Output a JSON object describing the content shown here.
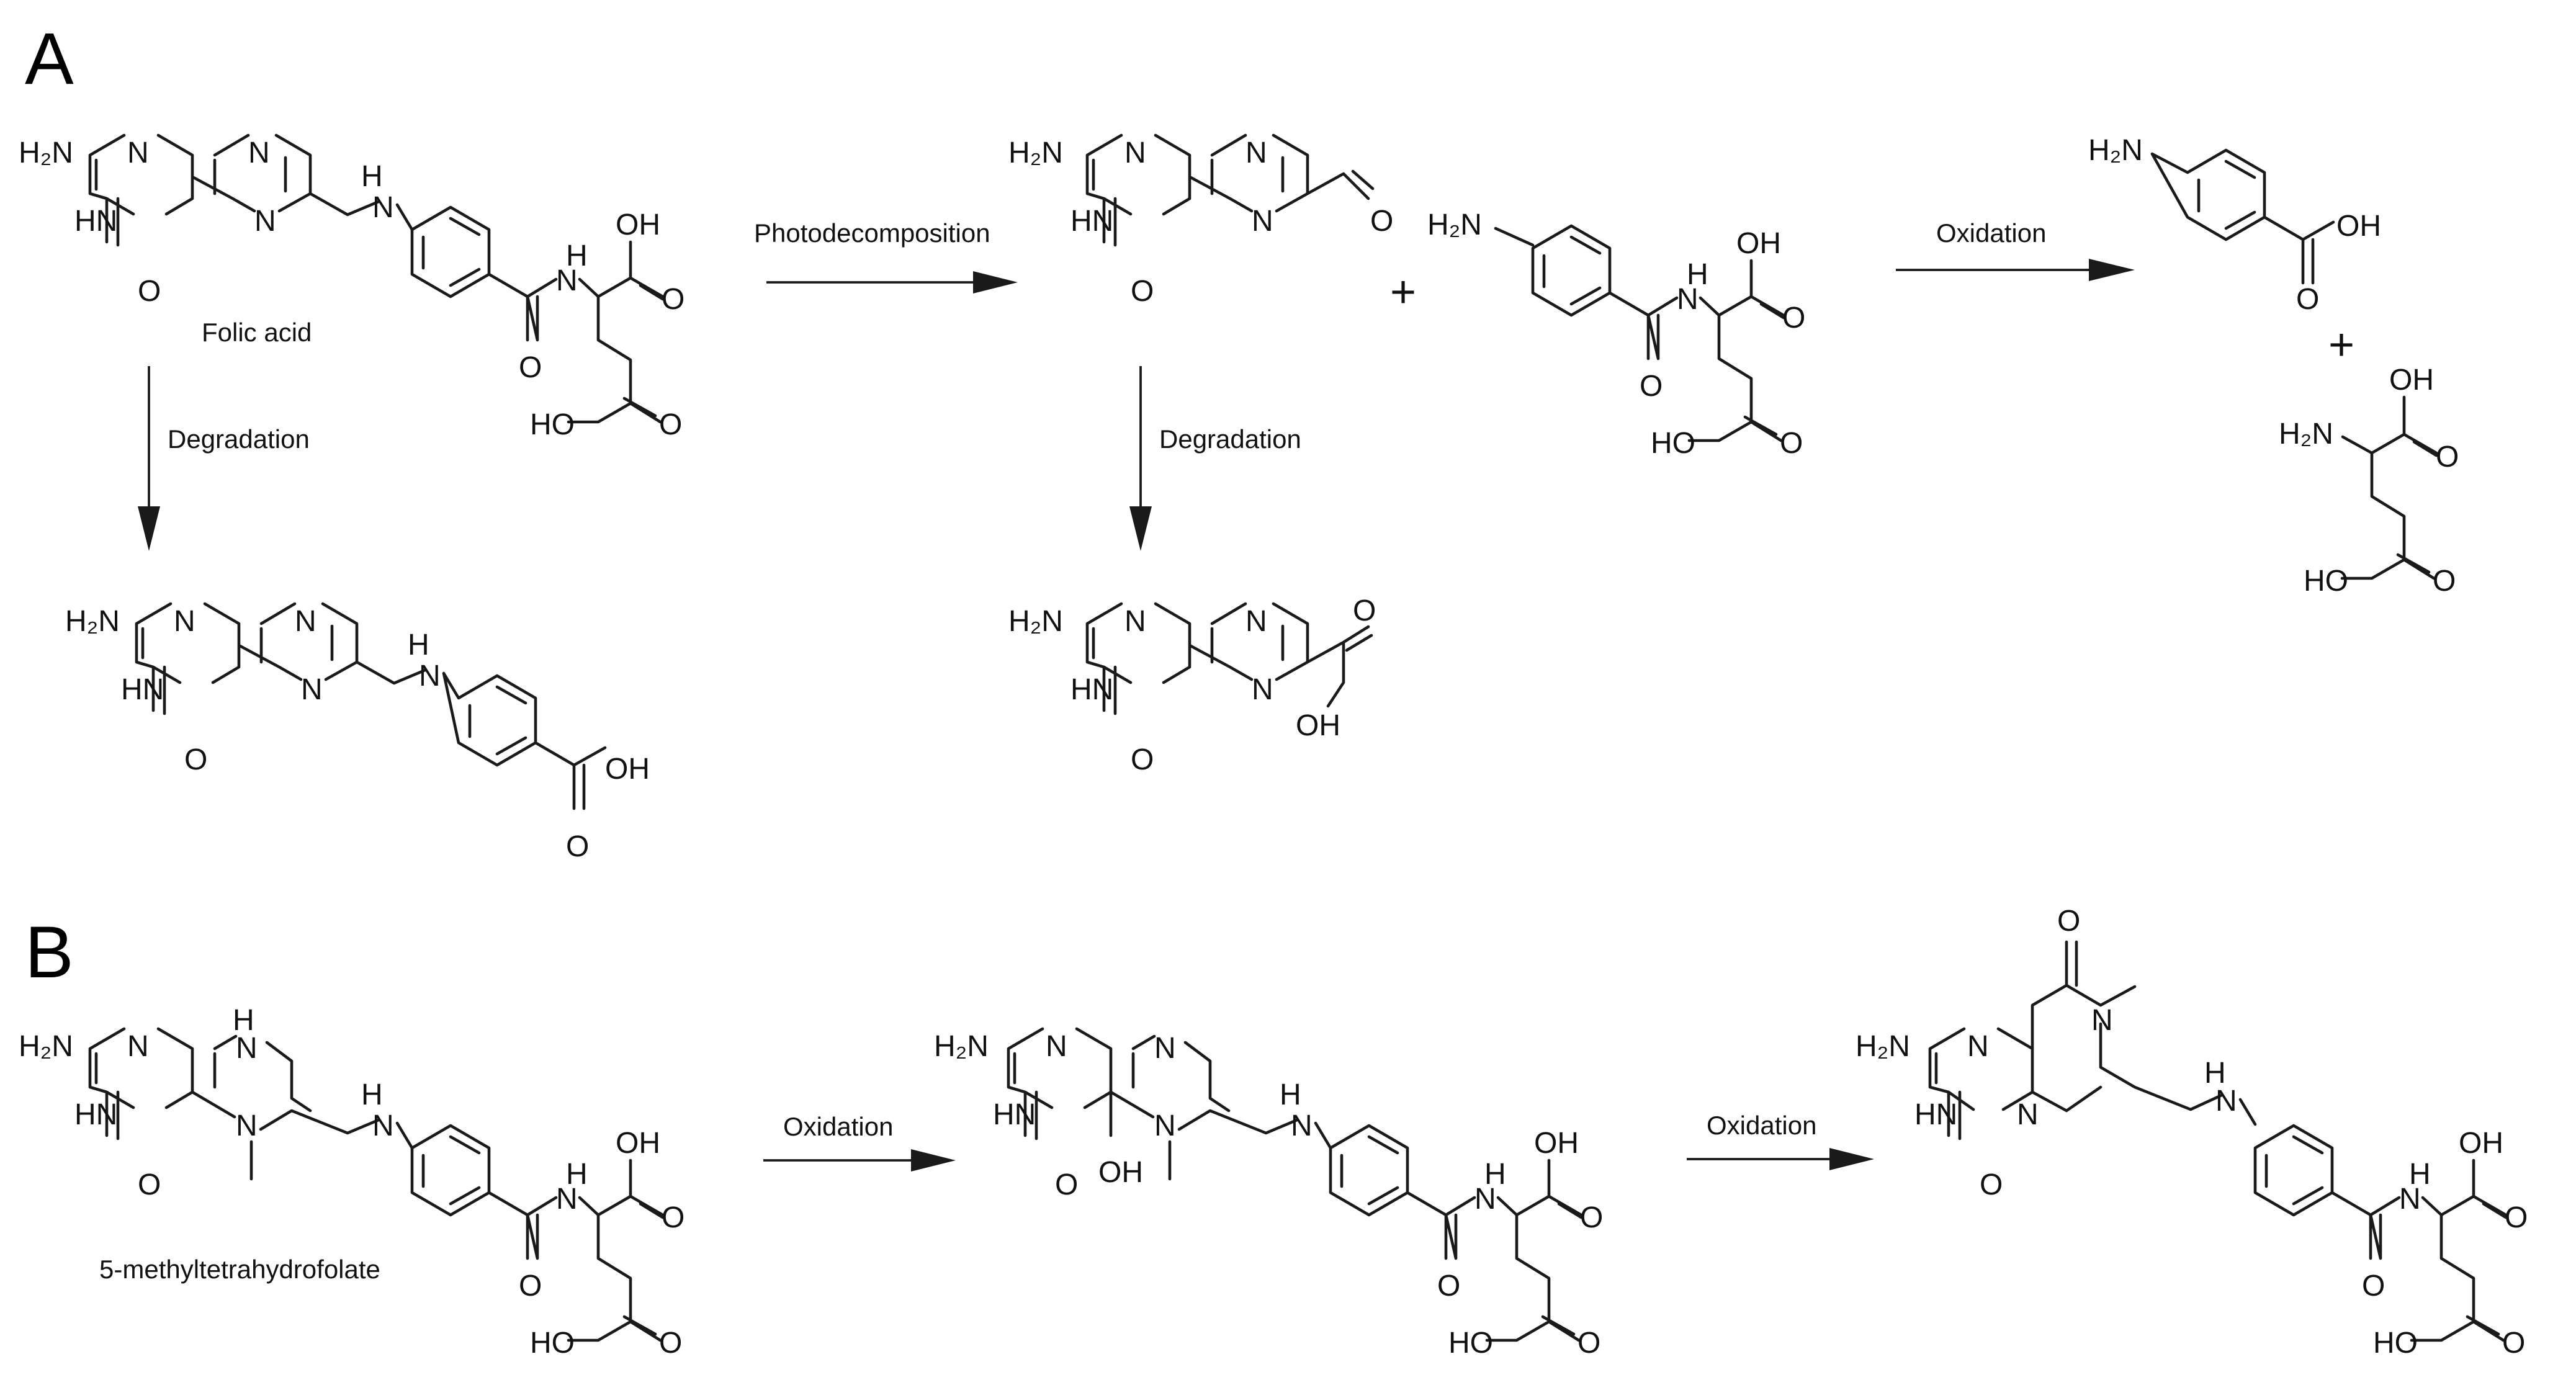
{
  "panels": {
    "a": "A",
    "b": "B"
  },
  "captions": {
    "folic_acid": "Folic acid",
    "methylthf": "5-methyltetrahydrofolate"
  },
  "arrows": {
    "photodecomposition": "Photodecomposition",
    "oxidation_a": "Oxidation",
    "degradation_1": "Degradation",
    "degradation_2": "Degradation",
    "oxidation_b1": "Oxidation",
    "oxidation_b2": "Oxidation"
  },
  "plus": "+",
  "atoms": {
    "h2n": "H₂N",
    "hn": "HN",
    "n": "N",
    "o": "O",
    "oh": "OH",
    "ho": "HO",
    "h": "H"
  }
}
